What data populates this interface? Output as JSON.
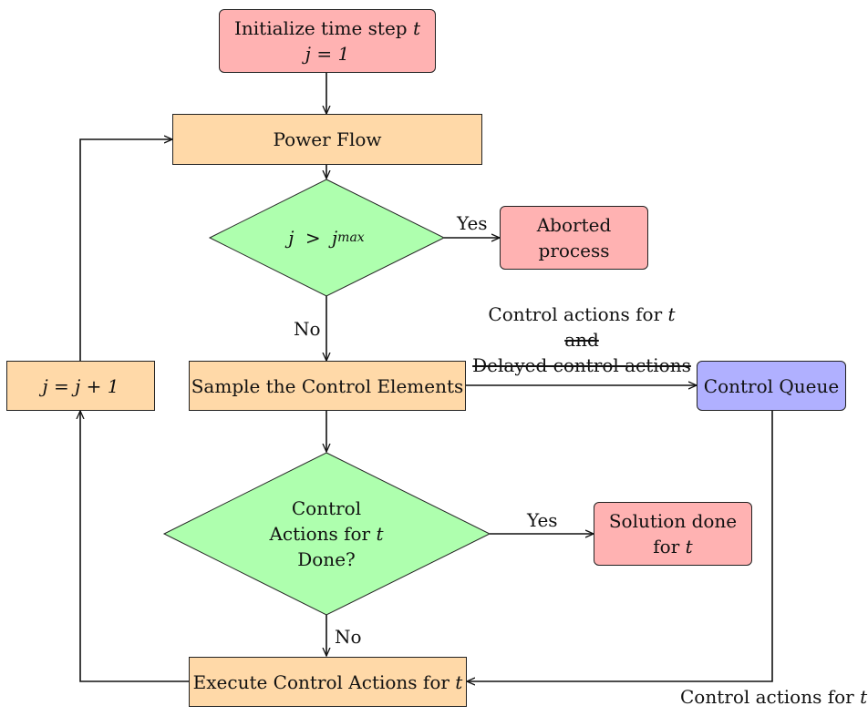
{
  "colors": {
    "process_fill": "#FFD9A8",
    "terminal_fill": "#FFB2B2",
    "decision_fill": "#AEFFAE",
    "queue_fill": "#B0B0FF",
    "stroke": "#222222"
  },
  "nodes": {
    "init": {
      "line1": "Initialize time step",
      "var_t": "t",
      "line2": "j = 1"
    },
    "power_flow": {
      "label": "Power Flow"
    },
    "decision_jmax": {
      "label": "j > j",
      "sub": "max"
    },
    "aborted": {
      "line1": "Aborted",
      "line2": "process"
    },
    "sample": {
      "label": "Sample the Control Elements"
    },
    "control_queue": {
      "label": "Control Queue"
    },
    "decision_done": {
      "line1": "Control",
      "line2": "Actions for",
      "var_t": "t",
      "line3": "Done?"
    },
    "solution": {
      "line1": "Solution done",
      "line2": "for",
      "var_t": "t"
    },
    "execute": {
      "label": "Execute Control Actions for",
      "var_t": "t"
    },
    "increment": {
      "label": "j = j + 1"
    }
  },
  "edge_labels": {
    "yes_abort": "Yes",
    "no_sample": "No",
    "yes_solution": "Yes",
    "no_execute": "No",
    "to_queue_line1": "Control actions for",
    "to_queue_t": "t",
    "to_queue_line2": "and",
    "to_queue_line3": "Delayed control actions",
    "from_queue": "Control actions for",
    "from_queue_t": "t"
  }
}
